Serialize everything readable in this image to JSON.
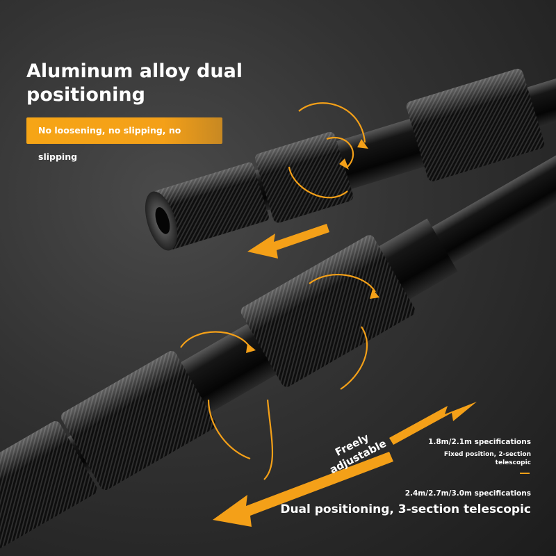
{
  "headline": "Aluminum alloy dual positioning",
  "badge": "No loosening, no slipping, no slipping",
  "adjust_label": [
    "Freely",
    "adjustable"
  ],
  "spec_short": {
    "title": "1.8m/2.1m specifications",
    "detail": "Fixed position, 2-section telescopic"
  },
  "spec_long": {
    "title": "2.4m/2.7m/3.0m specifications",
    "detail": "Dual positioning, 3-section telescopic"
  },
  "colors": {
    "accent": "#f4a018",
    "text": "#ffffff",
    "background": "#2e2e2e"
  },
  "icons": [
    "arrow-left-icon",
    "arrow-right-icon",
    "rotation-arrow-icon"
  ]
}
